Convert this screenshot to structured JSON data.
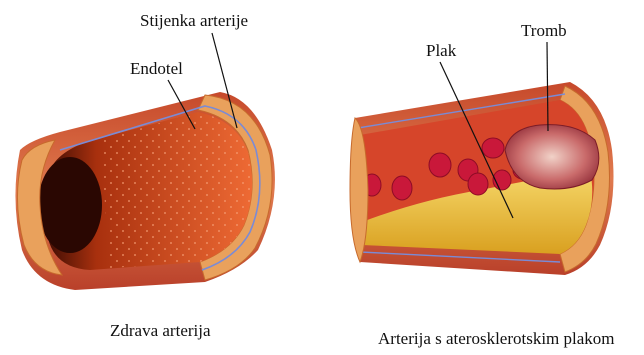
{
  "labels": {
    "vessel_wall": "Stijenka arterije",
    "endothelium": "Endotel",
    "plaque": "Plak",
    "thrombus": "Tromb"
  },
  "captions": {
    "healthy": "Zdrava arterija",
    "diseased": "Arterija s aterosklerotskim plakom"
  },
  "colors": {
    "adventitia": "#d9704a",
    "lumen": "#e2592b",
    "lumen_dark": "#3a0b03",
    "wall_layer": "#e9a15c",
    "endothelium_line": "#7a8bd6",
    "plaque": "#f0c23a",
    "blood_cell": "#c9183a",
    "thrombus": "#c2535e"
  }
}
